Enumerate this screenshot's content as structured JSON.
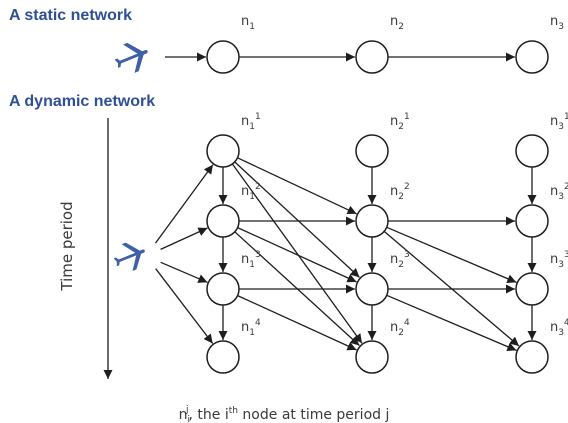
{
  "static_title": "A static network",
  "dynamic_title": "A dynamic network",
  "time_axis_label": "Time period",
  "static_nodes": [
    {
      "id": "s1",
      "label": "n",
      "sub": "1"
    },
    {
      "id": "s2",
      "label": "n",
      "sub": "2"
    },
    {
      "id": "s3",
      "label": "n",
      "sub": "3"
    }
  ],
  "static_edges": [
    [
      "plane",
      "s1"
    ],
    [
      "s1",
      "s2"
    ],
    [
      "s2",
      "s3"
    ]
  ],
  "dynamic_nodes": [
    {
      "id": "d11",
      "label": "n",
      "sub": "1",
      "sup": "1"
    },
    {
      "id": "d12",
      "label": "n",
      "sub": "1",
      "sup": "2"
    },
    {
      "id": "d13",
      "label": "n",
      "sub": "1",
      "sup": "3"
    },
    {
      "id": "d14",
      "label": "n",
      "sub": "1",
      "sup": "4"
    },
    {
      "id": "d21",
      "label": "n",
      "sub": "2",
      "sup": "1"
    },
    {
      "id": "d22",
      "label": "n",
      "sub": "2",
      "sup": "2"
    },
    {
      "id": "d23",
      "label": "n",
      "sub": "2",
      "sup": "3"
    },
    {
      "id": "d24",
      "label": "n",
      "sub": "2",
      "sup": "4"
    },
    {
      "id": "d31",
      "label": "n",
      "sub": "3",
      "sup": "1"
    },
    {
      "id": "d32",
      "label": "n",
      "sub": "3",
      "sup": "2"
    },
    {
      "id": "d33",
      "label": "n",
      "sub": "3",
      "sup": "3"
    },
    {
      "id": "d34",
      "label": "n",
      "sub": "3",
      "sup": "4"
    }
  ],
  "dynamic_edges": [
    [
      "plane2",
      "d11"
    ],
    [
      "plane2",
      "d12"
    ],
    [
      "plane2",
      "d13"
    ],
    [
      "plane2",
      "d14"
    ],
    [
      "d11",
      "d12"
    ],
    [
      "d12",
      "d13"
    ],
    [
      "d13",
      "d14"
    ],
    [
      "d21",
      "d22"
    ],
    [
      "d22",
      "d23"
    ],
    [
      "d23",
      "d24"
    ],
    [
      "d31",
      "d32"
    ],
    [
      "d32",
      "d33"
    ],
    [
      "d33",
      "d34"
    ],
    [
      "d11",
      "d22"
    ],
    [
      "d11",
      "d23"
    ],
    [
      "d11",
      "d24"
    ],
    [
      "d12",
      "d22"
    ],
    [
      "d12",
      "d23"
    ],
    [
      "d12",
      "d24"
    ],
    [
      "d13",
      "d23"
    ],
    [
      "d13",
      "d24"
    ],
    [
      "d22",
      "d32"
    ],
    [
      "d22",
      "d33"
    ],
    [
      "d22",
      "d34"
    ],
    [
      "d23",
      "d33"
    ],
    [
      "d23",
      "d34"
    ]
  ],
  "caption": {
    "base": "n",
    "sub": "i",
    "sup": "j",
    "text1": ", the i",
    "th": "th",
    "text2": " node at time period j"
  },
  "colors": {
    "title": "#2f4f96",
    "plane": "#3f5fa6",
    "line": "#1e1e1e",
    "text": "#3a3a3a"
  },
  "icons": {
    "plane": "airplane-icon"
  }
}
